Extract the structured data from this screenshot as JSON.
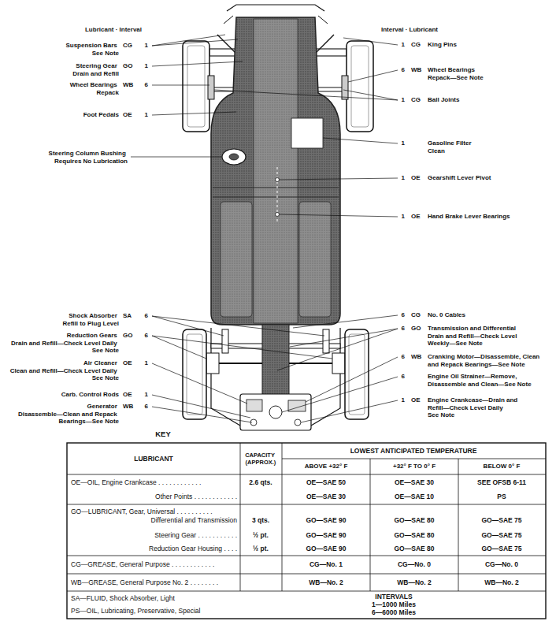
{
  "diagram": {
    "labels": [
      "Lubricant · Interval",
      "Interval · Lubricant",
      "Suspension Bars See Note",
      "CG",
      "1",
      "Steering Gear Drain and Refill",
      "GO",
      "1",
      "Wheel Bearings Repack",
      "WB",
      "6",
      "Foot Pedals",
      "OE",
      "1",
      "Steering Column Bushing Requires No Lubrication",
      "Shock Absorber Refill to Plug Level",
      "SA",
      "6",
      "Reduction Gears Drain and Refill—Check Level Daily See Note",
      "GO",
      "6",
      "Air Cleaner Clean and Refill—Check Level Daily See Note",
      "OE",
      "1",
      "Carb. Control Rods",
      "OE",
      "1",
      "Generator Disassemble—Clean and Repack Bearings—See Note",
      "WB",
      "6",
      "1",
      "CG",
      "King Pins",
      "6",
      "WB",
      "Wheel Bearings Repack—See Note",
      "1",
      "CG",
      "Ball Joints",
      "1",
      "Gasoline Filter Clean",
      "1",
      "OE",
      "Gearshift Lever Pivot",
      "1",
      "OE",
      "Hand Brake Lever Bearings",
      "6",
      "CG",
      "No. 0 Cables",
      "6",
      "GO",
      "Transmission and Differential Drain and Refill—Check Level Weekly—See Note",
      "6",
      "WB",
      "Cranking Motor—Disassemble, Clean and Repack Bearings—See Note",
      "6",
      "Engine Oil Strainer—Remove, Disassemble and Clean—See Note",
      "1",
      "OE",
      "Engine Crankcase—Drain and Refill—Check Level Daily See Note",
      "KEY",
      "LUBRICANT",
      "CAPACITY (APPROX.)",
      "LOWEST ANTICIPATED TEMPERATURE",
      "ABOVE +32° F",
      "+32° F TO 0° F",
      "BELOW 0° F",
      "OE—OIL, Engine Crankcase . . . . . . . . . . . .",
      "2.6 qts.",
      "OE—SAE 50",
      "OE—SAE 30",
      "SEE OFSB 6-11",
      "Other Points . . . . . . . . . . . .",
      "OE—SAE 30",
      "OE—SAE 10",
      "PS",
      "GO—LUBRICANT, Gear, Universal . . . . . . . . . .",
      "Differential and Transmission",
      "3 qts.",
      "GO—SAE 90",
      "GO—SAE 80",
      "GO—SAE 75",
      "Steering Gear . . . . . . . . . . .",
      "½ pt.",
      "GO—SAE 90",
      "GO—SAE 80",
      "GO—SAE 75",
      "Reduction Gear Housing . . . .",
      "½ pt.",
      "GO—SAE 90",
      "GO—SAE 80",
      "GO—SAE 75",
      "CG—GREASE, General Purpose . . . . . . . . . . . .",
      "CG—No. 1",
      "CG—No. 0",
      "CG—No. 0",
      "WB—GREASE, General Purpose No. 2 . . . . . . . .",
      "WB—No. 2",
      "WB—No. 2",
      "WB—No. 2",
      "SA—FLUID, Shock Absorber, Light",
      "PS—OIL, Lubricating, Preservative, Special",
      "INTERVALS",
      "1—1000 Miles",
      "6—6000 Miles"
    ]
  }
}
